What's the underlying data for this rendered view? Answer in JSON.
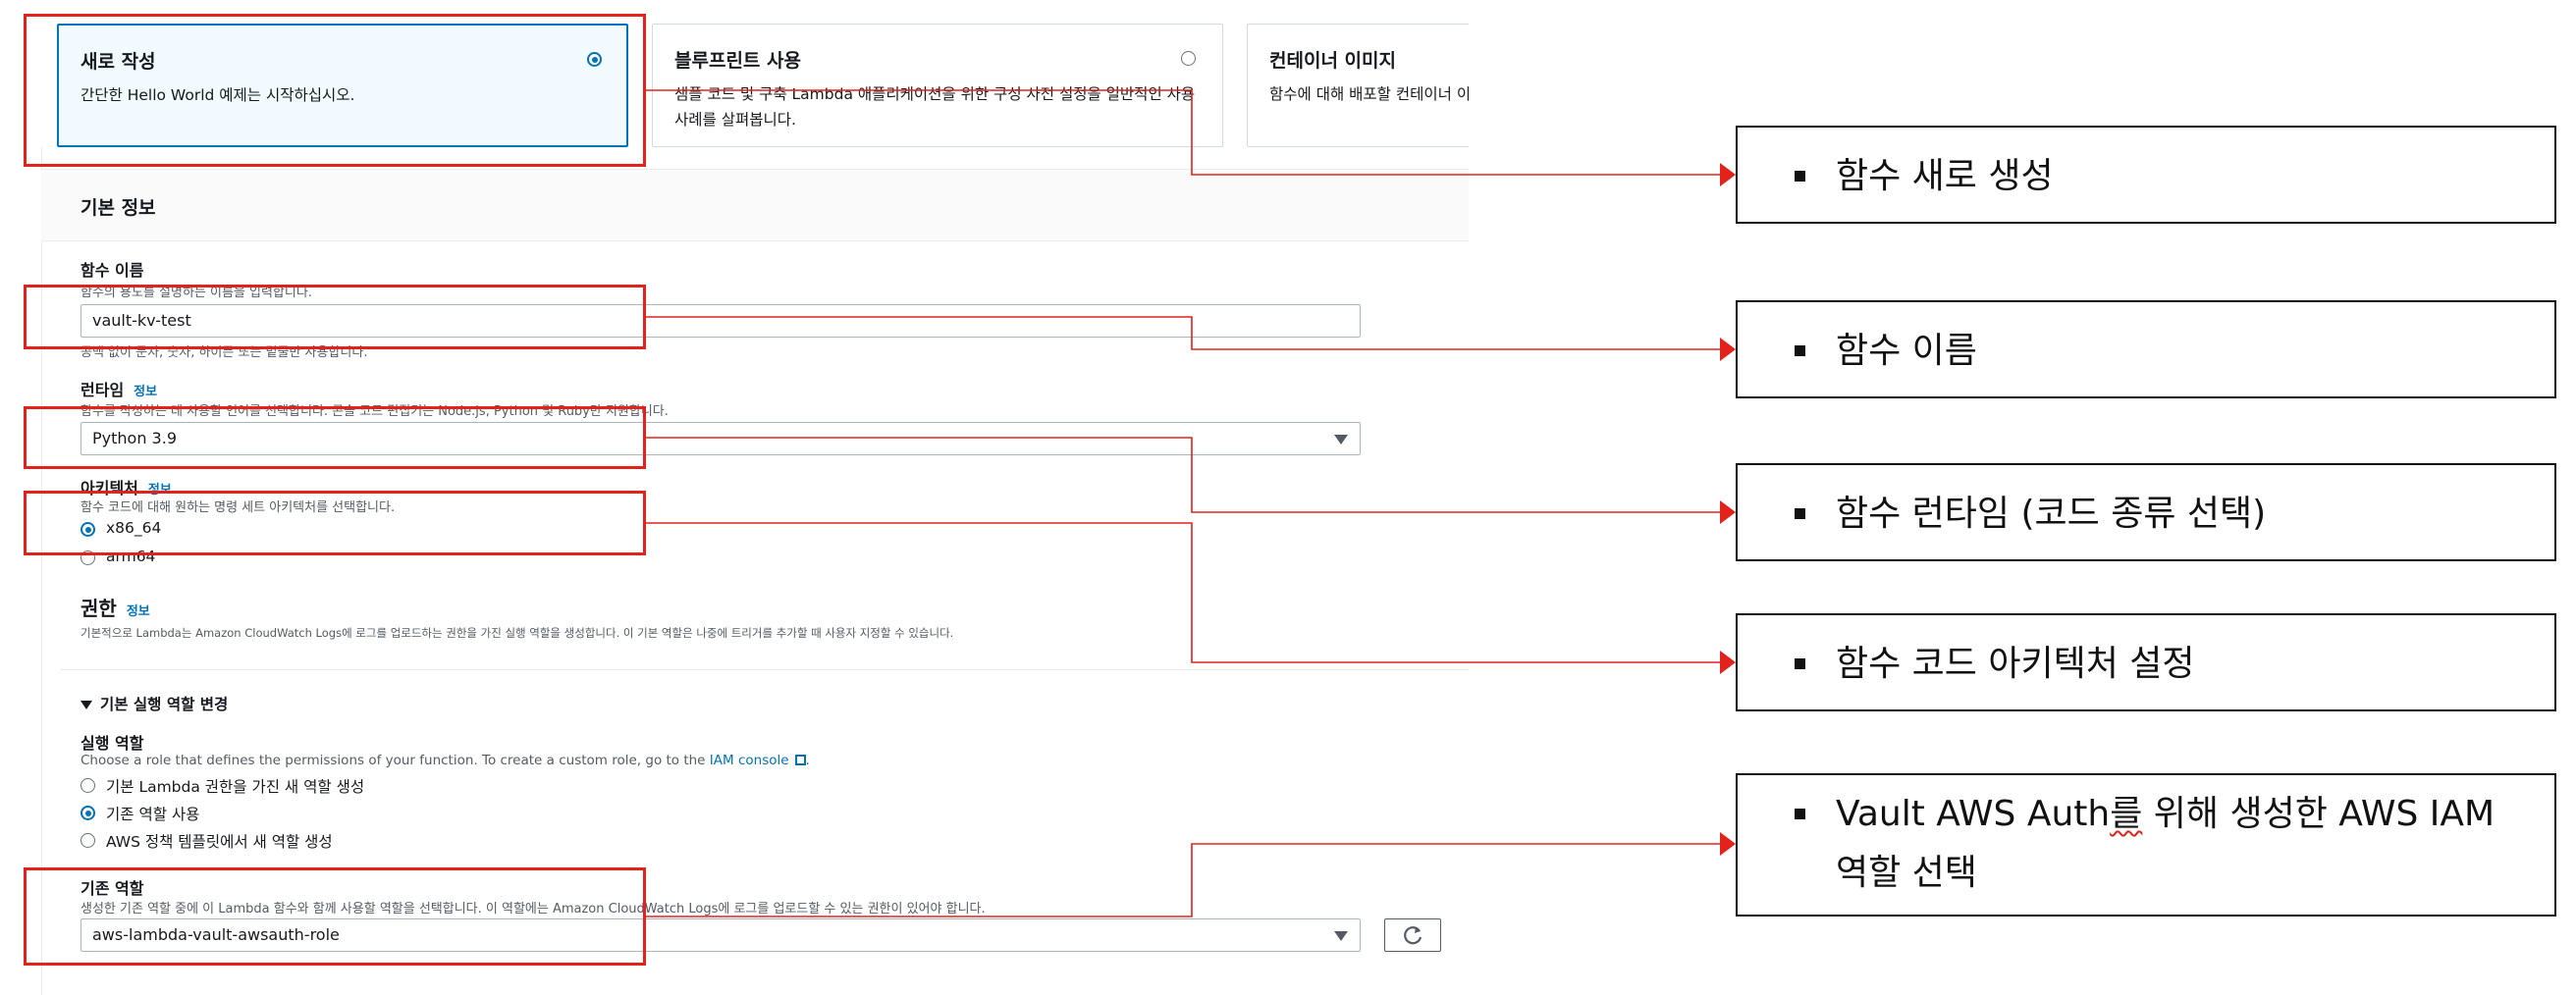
{
  "cards": [
    {
      "title": "새로 작성",
      "desc": "간단한 Hello World 예제는 시작하십시오."
    },
    {
      "title": "블루프린트 사용",
      "desc": "샘플 코드 및 구축 Lambda 애플리케이션을 위한 구성 사전 설정을 일반적인 사용 사례를 살펴봅니다."
    },
    {
      "title": "컨테이너 이미지",
      "desc": "함수에 대해 배포할 컨테이너 이"
    }
  ],
  "basic_info": {
    "title": "기본 정보"
  },
  "function_name": {
    "label": "함수 이름",
    "hint": "함수의 용도를 설명하는 이름을 입력합니다.",
    "value": "vault-kv-test",
    "rule": "공백 없이 문자, 숫자, 하이픈 또는 밑줄만 사용합니다."
  },
  "runtime": {
    "label": "런타임",
    "info": "정보",
    "hint": "함수를 작성하는 데 사용할 언어를 선택합니다. 콘솔 코드 편집기는 Node.js, Python 및 Ruby만 지원합니다.",
    "value": "Python 3.9"
  },
  "architecture": {
    "label": "아키텍처",
    "info": "정보",
    "hint": "함수 코드에 대해 원하는 명령 세트 아키텍처를 선택합니다.",
    "options": [
      "x86_64",
      "arm64"
    ]
  },
  "permissions": {
    "title": "권한",
    "info": "정보",
    "desc": "기본적으로 Lambda는 Amazon CloudWatch Logs에 로그를 업로드하는 권한을 가진 실행 역할을 생성합니다. 이 기본 역할은 나중에 트리거를 추가할 때 사용자 지정할 수 있습니다."
  },
  "role_toggle": {
    "label": "기본 실행 역할 변경"
  },
  "exec_role": {
    "label": "실행 역할",
    "hint_prefix": "Choose a role that defines the permissions of your function. To create a custom role, go to the ",
    "hint_link": "IAM console",
    "hint_suffix": ".",
    "options": [
      "기본 Lambda 권한을 가진 새 역할 생성",
      "기존 역할 사용",
      "AWS 정책 템플릿에서 새 역할 생성"
    ]
  },
  "existing_role": {
    "label": "기존 역할",
    "hint": "생성한 기존 역할 중에 이 Lambda 함수와 함께 사용할 역할을 선택합니다. 이 역할에는 Amazon CloudWatch Logs에 로그를 업로드할 수 있는 권한이 있어야 합니다.",
    "value": "aws-lambda-vault-awsauth-role"
  },
  "callouts": [
    {
      "text": "함수 새로 생성"
    },
    {
      "text": "함수 이름"
    },
    {
      "text": "함수 런타임 (코드 종류 선택)"
    },
    {
      "text": "함수 코드 아키텍처 설정"
    },
    {
      "text_prefix": "Vault AWS Auth",
      "text_underlined": "를",
      "text_suffix": " 위해 생성한 AWS IAM",
      "text_line2": "역할 선택"
    }
  ],
  "colors": {
    "annotation_red": "#e3221b",
    "aws_blue": "#0073bb"
  },
  "icons": {
    "radio": "radio-icon",
    "caret": "caret-down-icon",
    "refresh": "refresh-icon",
    "external": "external-link-icon",
    "bullet": "square-bullet-icon"
  }
}
